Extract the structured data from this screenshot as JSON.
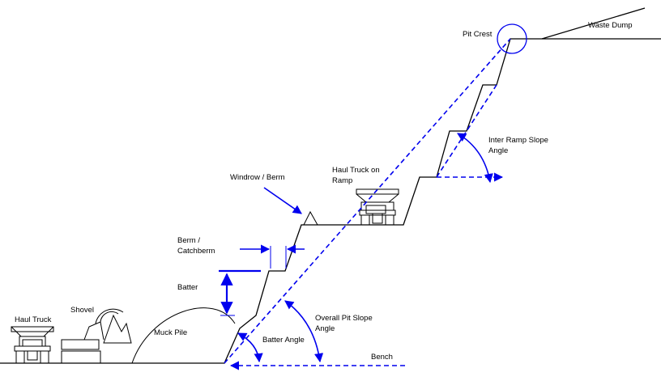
{
  "labels": {
    "haul_truck": "Haul Truck",
    "shovel": "Shovel",
    "muck_pile": "Muck Pile",
    "batter": "Batter",
    "berm_catchberm_line1": "Berm /",
    "berm_catchberm_line2": "Catchberm",
    "windrow_berm": "Windrow / Berm",
    "haul_truck_on_ramp_line1": "Haul Truck on",
    "haul_truck_on_ramp_line2": "Ramp",
    "batter_angle": "Batter Angle",
    "overall_pit_slope_angle_line1": "Overall Pit Slope",
    "overall_pit_slope_angle_line2": "Angle",
    "bench": "Bench",
    "inter_ramp_slope_angle_line1": "Inter Ramp Slope",
    "inter_ramp_slope_angle_line2": "Angle",
    "pit_crest": "Pit Crest",
    "waste_dump": "Waste Dump"
  },
  "colors": {
    "annotation": "#0000ee",
    "outline": "#000000",
    "background": "#ffffff"
  }
}
